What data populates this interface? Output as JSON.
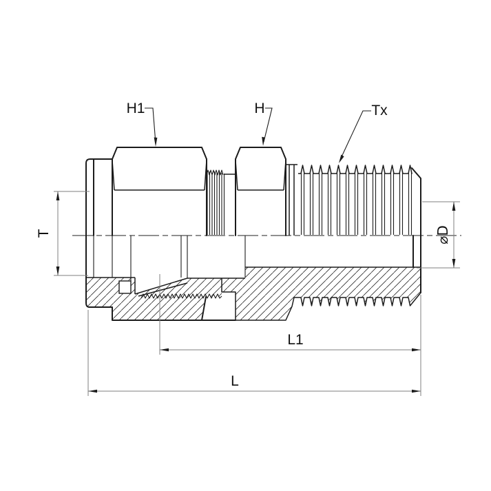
{
  "drawing": {
    "callouts": {
      "h1": "H1",
      "h": "H",
      "tx": "Tx"
    },
    "dimensions": {
      "t": "T",
      "phi_d": "⌀D",
      "l1": "L1",
      "l": "L"
    },
    "colors": {
      "line": "#1b1b1b",
      "dimension_line": "#7f7f7f",
      "background": "#ffffff"
    }
  }
}
